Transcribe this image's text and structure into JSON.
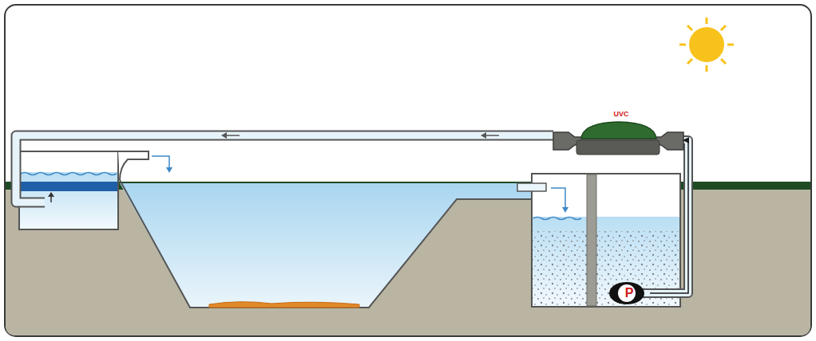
{
  "diagram": {
    "nodes": [
      {
        "text": [
          "UVC"
        ]
      },
      {
        "text": [
          "P"
        ]
      }
    ],
    "edges": [
      {
        "from": 1,
        "to": 0,
        "arrow": "to"
      }
    ]
  }
}
